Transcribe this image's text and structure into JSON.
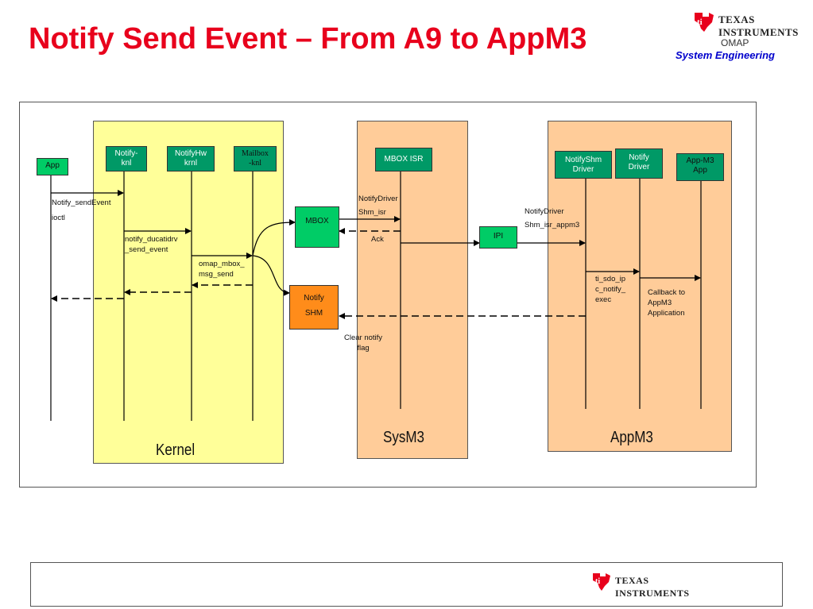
{
  "header": {
    "title": "Notify Send Event – From A9 to AppM3",
    "logo_line1": "Texas",
    "logo_line2": "Instruments",
    "omap": "OMAP",
    "subtitle": "System Engineering"
  },
  "panels": {
    "kernel": "Kernel",
    "sysm3": "SysM3",
    "appm3": "AppM3"
  },
  "boxes": {
    "app": "App",
    "notify_knl_1": "Notify-",
    "notify_knl_2": "knl",
    "notifyhw_1": "NotifyHw",
    "notifyhw_2": "krnl",
    "mailbox_1": "Mailbox",
    "mailbox_2": "-knl",
    "mbox_isr": "MBOX ISR",
    "mbox": "MBOX",
    "notify_shm_1": "Notify",
    "notify_shm_2": "SHM",
    "ipi": "IPI",
    "notifyshm_driver_1": "NotifyShm",
    "notifyshm_driver_2": "Driver",
    "notify_driver_1": "Notify",
    "notify_driver_2": "Driver",
    "app_m3_1": "App-M3",
    "app_m3_2": "App"
  },
  "labels": {
    "notify_sendevent": "Notify_sendEvent",
    "ioctl": "ioctl",
    "notify_ducati_1": "notify_ducatidrv",
    "notify_ducati_2": "_send_event",
    "omap_mbox_1": "omap_mbox_",
    "omap_mbox_2": "msg_send",
    "notifydriver_1": "NotifyDriver",
    "notifydriver_2": "Shm_isr",
    "ack": "Ack",
    "clear_1": "Clear notify",
    "clear_2": "flag",
    "notifydriver_appm3_1": "NotifyDriver",
    "notifydriver_appm3_2": "Shm_isr_appm3",
    "ti_sdo_1": "ti_sdo_ip",
    "ti_sdo_2": "c_notify_",
    "ti_sdo_3": "exec",
    "callback_1": "Callback to",
    "callback_2": "AppM3",
    "callback_3": "Application"
  },
  "colors": {
    "title": "#e8001c",
    "kernel_panel": "#ffff99",
    "m3_panel": "#ffcc99",
    "box_green": "#00cc66",
    "box_teal": "#009966",
    "box_orange": "#ff8c1a",
    "subtitle": "#0000cc"
  }
}
